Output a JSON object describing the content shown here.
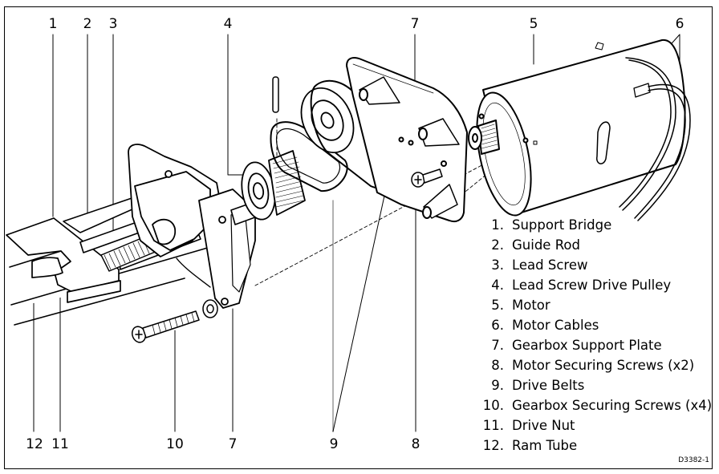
{
  "diagram": {
    "type": "exploded-assembly-drawing",
    "reference_code": "D3382-1",
    "callouts_top": [
      {
        "number": "1",
        "part_index": 0
      },
      {
        "number": "2",
        "part_index": 1
      },
      {
        "number": "3",
        "part_index": 2
      },
      {
        "number": "4",
        "part_index": 3
      },
      {
        "number": "7",
        "part_index": 6
      },
      {
        "number": "5",
        "part_index": 4
      },
      {
        "number": "6",
        "part_index": 5
      }
    ],
    "callouts_bottom": [
      {
        "number": "12",
        "part_index": 11
      },
      {
        "number": "11",
        "part_index": 10
      },
      {
        "number": "10",
        "part_index": 9
      },
      {
        "number": "7",
        "part_index": 6
      },
      {
        "number": "9",
        "part_index": 8
      },
      {
        "number": "8",
        "part_index": 7
      }
    ],
    "legend": [
      {
        "number": "1.",
        "label": "Support Bridge"
      },
      {
        "number": "2.",
        "label": "Guide Rod"
      },
      {
        "number": "3.",
        "label": "Lead Screw"
      },
      {
        "number": "4.",
        "label": "Lead Screw Drive Pulley"
      },
      {
        "number": "5.",
        "label": "Motor"
      },
      {
        "number": "6.",
        "label": "Motor Cables"
      },
      {
        "number": "7.",
        "label": "Gearbox Support Plate"
      },
      {
        "number": "8.",
        "label": "Motor Securing Screws (x2)"
      },
      {
        "number": "9.",
        "label": "Drive Belts"
      },
      {
        "number": "10.",
        "label": "Gearbox Securing Screws (x4)"
      },
      {
        "number": "11.",
        "label": "Drive Nut"
      },
      {
        "number": "12.",
        "label": "Ram Tube"
      }
    ]
  }
}
